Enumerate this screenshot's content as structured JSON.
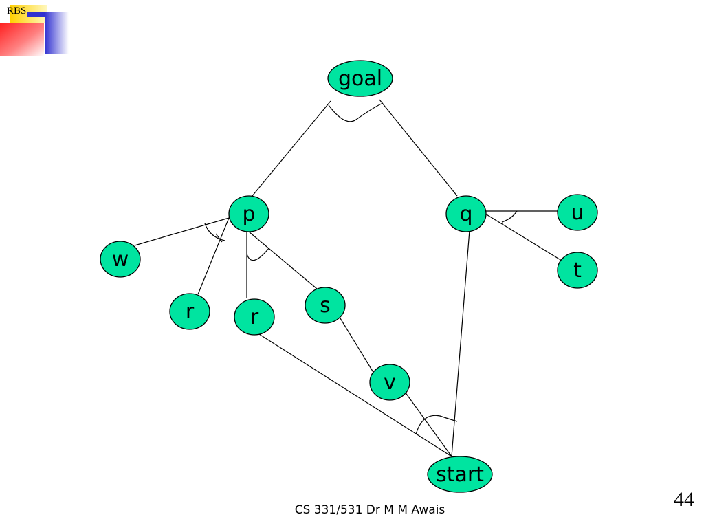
{
  "header": {
    "logo_text": "RBS"
  },
  "graph": {
    "node_fill": "#00e4a0",
    "nodes": [
      {
        "id": "goal",
        "label": "goal"
      },
      {
        "id": "p",
        "label": "p"
      },
      {
        "id": "q",
        "label": "q"
      },
      {
        "id": "u",
        "label": "u"
      },
      {
        "id": "t",
        "label": "t"
      },
      {
        "id": "w",
        "label": "w"
      },
      {
        "id": "r1",
        "label": "r"
      },
      {
        "id": "r2",
        "label": "r"
      },
      {
        "id": "s",
        "label": "s"
      },
      {
        "id": "v",
        "label": "v"
      },
      {
        "id": "start",
        "label": "start"
      }
    ],
    "edges": [
      [
        "goal",
        "p"
      ],
      [
        "goal",
        "q"
      ],
      [
        "p",
        "w"
      ],
      [
        "p",
        "r1"
      ],
      [
        "p",
        "r2"
      ],
      [
        "p",
        "s"
      ],
      [
        "q",
        "u"
      ],
      [
        "q",
        "t"
      ],
      [
        "q",
        "start"
      ],
      [
        "s",
        "v"
      ],
      [
        "v",
        "start"
      ],
      [
        "r2",
        "start"
      ]
    ]
  },
  "footer": {
    "text": "CS 331/531 Dr M M Awais",
    "page_number": "44"
  }
}
